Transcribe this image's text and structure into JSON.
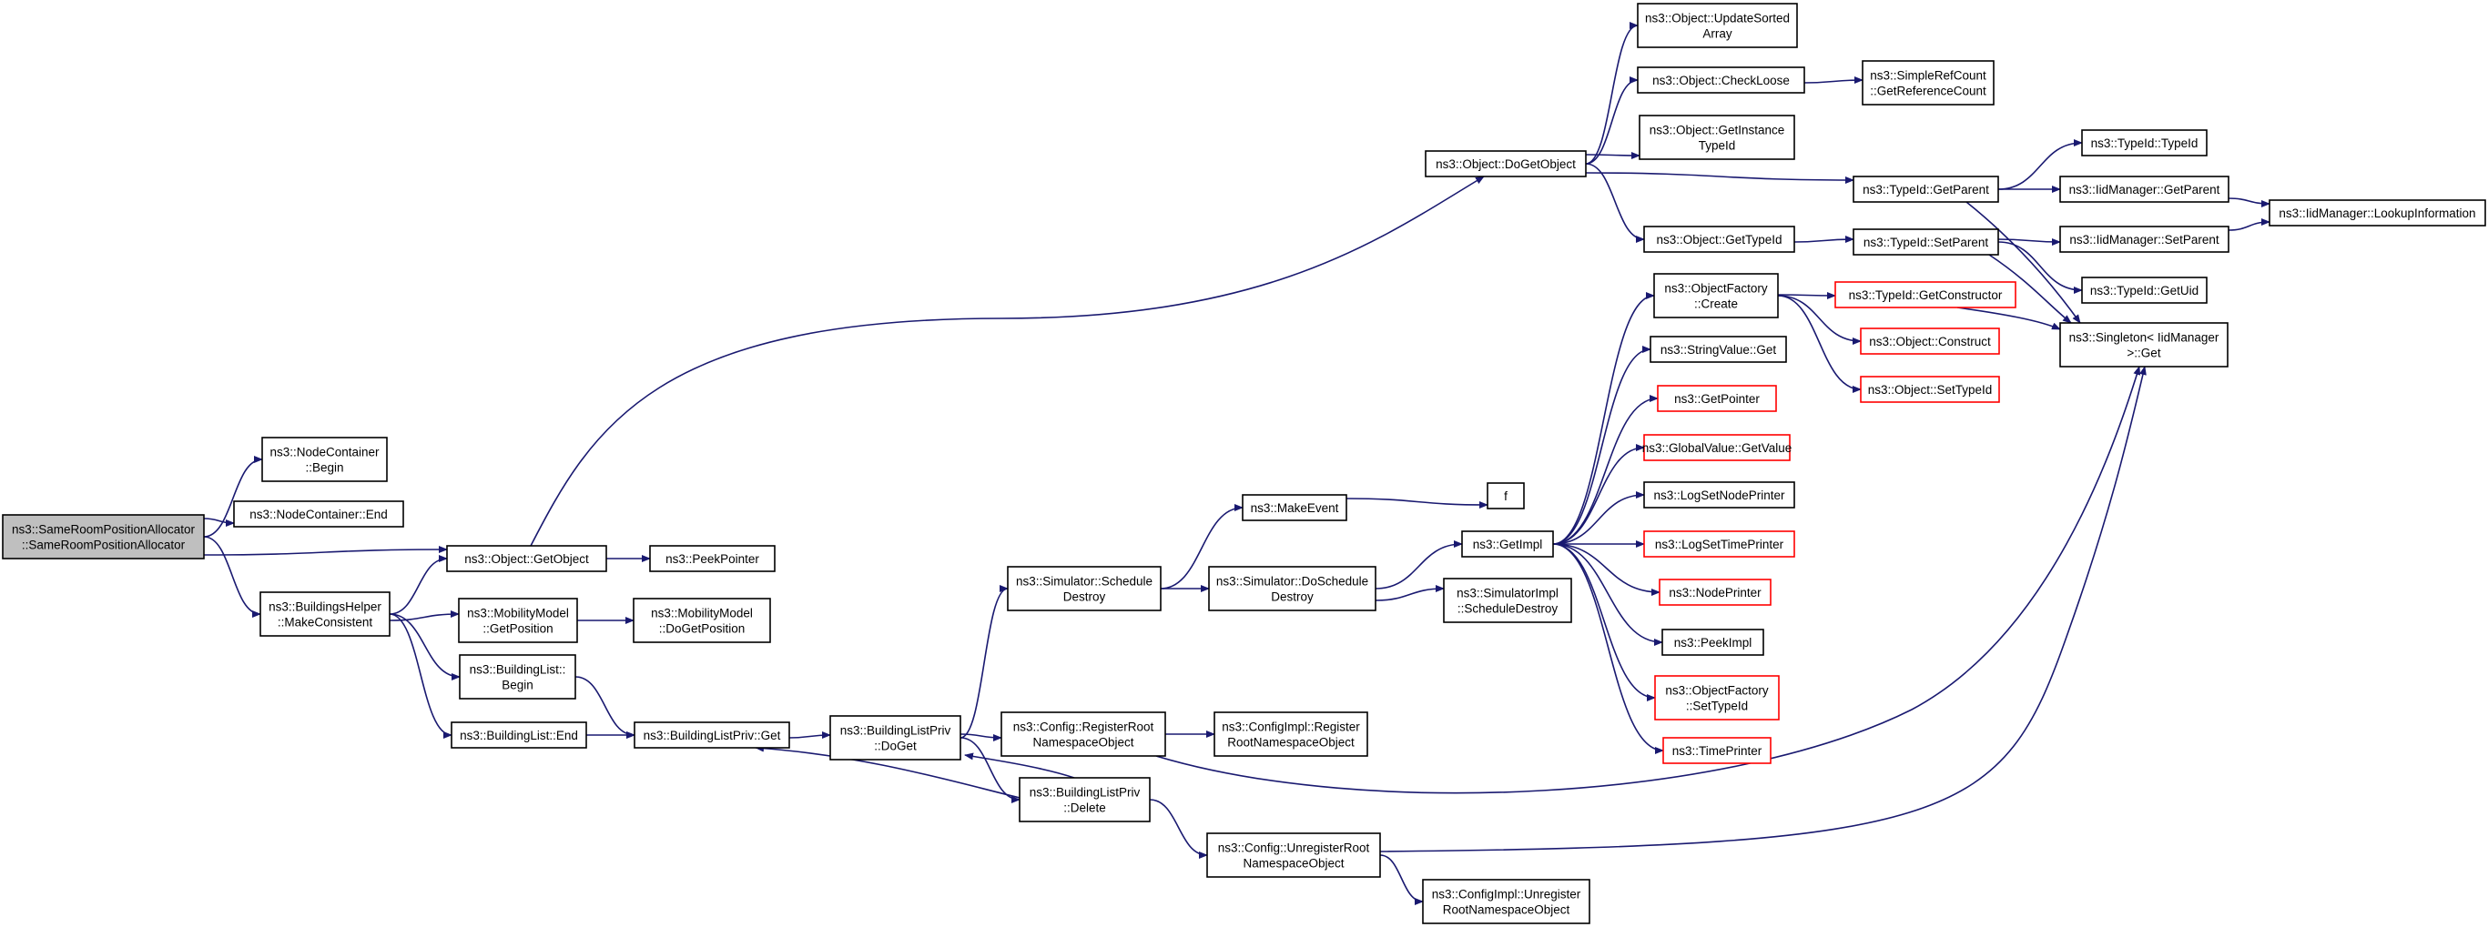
{
  "colors": {
    "edge": "#191970",
    "node_border": "#000000",
    "node_fill": "#ffffff",
    "root_fill": "#bfbfbf",
    "truncated_border": "#ff0000"
  },
  "nodes": [
    {
      "id": "root",
      "lines": [
        "ns3::SameRoomPositionAllocator",
        "::SameRoomPositionAllocator"
      ],
      "root": true
    },
    {
      "id": "nc_begin",
      "lines": [
        "ns3::NodeContainer",
        "::Begin"
      ]
    },
    {
      "id": "nc_end",
      "lines": [
        "ns3::NodeContainer::End"
      ]
    },
    {
      "id": "obj_getobject",
      "lines": [
        "ns3::Object::GetObject"
      ]
    },
    {
      "id": "bh_makeconsistent",
      "lines": [
        "ns3::BuildingsHelper",
        "::MakeConsistent"
      ]
    },
    {
      "id": "peekpointer",
      "lines": [
        "ns3::PeekPointer"
      ]
    },
    {
      "id": "mm_getposition",
      "lines": [
        "ns3::MobilityModel",
        "::GetPosition"
      ]
    },
    {
      "id": "mm_dogetposition",
      "lines": [
        "ns3::MobilityModel",
        "::DoGetPosition"
      ]
    },
    {
      "id": "bl_begin",
      "lines": [
        "ns3::BuildingList::",
        "Begin"
      ]
    },
    {
      "id": "bl_end",
      "lines": [
        "ns3::BuildingList::End"
      ]
    },
    {
      "id": "blp_get",
      "lines": [
        "ns3::BuildingListPriv::Get"
      ]
    },
    {
      "id": "blp_doget",
      "lines": [
        "ns3::BuildingListPriv",
        "::DoGet"
      ]
    },
    {
      "id": "blp_delete",
      "lines": [
        "ns3::BuildingListPriv",
        "::Delete"
      ]
    },
    {
      "id": "sim_scheduledestroy",
      "lines": [
        "ns3::Simulator::Schedule",
        "Destroy"
      ]
    },
    {
      "id": "cfg_registerroot",
      "lines": [
        "ns3::Config::RegisterRoot",
        "NamespaceObject"
      ]
    },
    {
      "id": "cfgimpl_registerroot",
      "lines": [
        "ns3::ConfigImpl::Register",
        "RootNamespaceObject"
      ]
    },
    {
      "id": "cfg_unregisterroot",
      "lines": [
        "ns3::Config::UnregisterRoot",
        "NamespaceObject"
      ]
    },
    {
      "id": "cfgimpl_unregister",
      "lines": [
        "ns3::ConfigImpl::Unregister",
        "RootNamespaceObject"
      ]
    },
    {
      "id": "makeevent",
      "lines": [
        "ns3::MakeEvent"
      ]
    },
    {
      "id": "f",
      "lines": [
        "f"
      ]
    },
    {
      "id": "sim_doscheduledestroy",
      "lines": [
        "ns3::Simulator::DoSchedule",
        "Destroy"
      ]
    },
    {
      "id": "getimpl",
      "lines": [
        "ns3::GetImpl"
      ]
    },
    {
      "id": "simimpl_scheduledestroy",
      "lines": [
        "ns3::SimulatorImpl",
        "::ScheduleDestroy"
      ]
    },
    {
      "id": "obj_dogetobject",
      "lines": [
        "ns3::Object::DoGetObject"
      ]
    },
    {
      "id": "obj_updatesorted",
      "lines": [
        "ns3::Object::UpdateSorted",
        "Array"
      ]
    },
    {
      "id": "obj_checkloose",
      "lines": [
        "ns3::Object::CheckLoose"
      ]
    },
    {
      "id": "src_getrefcount",
      "lines": [
        "ns3::SimpleRefCount",
        "::GetReferenceCount"
      ]
    },
    {
      "id": "obj_getinstance",
      "lines": [
        "ns3::Object::GetInstance",
        "TypeId"
      ]
    },
    {
      "id": "obj_gettypeid",
      "lines": [
        "ns3::Object::GetTypeId"
      ]
    },
    {
      "id": "tid_getparent",
      "lines": [
        "ns3::TypeId::GetParent"
      ]
    },
    {
      "id": "tid_typeid",
      "lines": [
        "ns3::TypeId::TypeId"
      ]
    },
    {
      "id": "iid_getparent",
      "lines": [
        "ns3::IidManager::GetParent"
      ]
    },
    {
      "id": "iid_lookup",
      "lines": [
        "ns3::IidManager::LookupInformation"
      ]
    },
    {
      "id": "tid_setparent",
      "lines": [
        "ns3::TypeId::SetParent"
      ]
    },
    {
      "id": "iid_setparent",
      "lines": [
        "ns3::IidManager::SetParent"
      ]
    },
    {
      "id": "tid_getuid",
      "lines": [
        "ns3::TypeId::GetUid"
      ]
    },
    {
      "id": "singleton_get",
      "lines": [
        "ns3::Singleton< IidManager",
        " >::Get"
      ]
    },
    {
      "id": "of_create",
      "lines": [
        "ns3::ObjectFactory",
        "::Create"
      ]
    },
    {
      "id": "tid_getconstructor",
      "lines": [
        "ns3::TypeId::GetConstructor"
      ],
      "truncated": true
    },
    {
      "id": "obj_construct",
      "lines": [
        "ns3::Object::Construct"
      ],
      "truncated": true
    },
    {
      "id": "obj_settypeid",
      "lines": [
        "ns3::Object::SetTypeId"
      ],
      "truncated": true
    },
    {
      "id": "stringvalue_get",
      "lines": [
        "ns3::StringValue::Get"
      ]
    },
    {
      "id": "getpointer",
      "lines": [
        "ns3::GetPointer"
      ],
      "truncated": true
    },
    {
      "id": "globalvalue_getvalue",
      "lines": [
        "ns3::GlobalValue::GetValue"
      ],
      "truncated": true
    },
    {
      "id": "logsetnodeprinter",
      "lines": [
        "ns3::LogSetNodePrinter"
      ]
    },
    {
      "id": "logsettimeprinter",
      "lines": [
        "ns3::LogSetTimePrinter"
      ],
      "truncated": true
    },
    {
      "id": "nodeprinter",
      "lines": [
        "ns3::NodePrinter"
      ],
      "truncated": true
    },
    {
      "id": "peekimpl",
      "lines": [
        "ns3::PeekImpl"
      ]
    },
    {
      "id": "of_settypeid",
      "lines": [
        "ns3::ObjectFactory",
        "::SetTypeId"
      ],
      "truncated": true
    },
    {
      "id": "timeprinter",
      "lines": [
        "ns3::TimePrinter"
      ],
      "truncated": true
    }
  ],
  "edges": [
    [
      "root",
      "nc_begin"
    ],
    [
      "root",
      "nc_end"
    ],
    [
      "root",
      "obj_getobject"
    ],
    [
      "root",
      "bh_makeconsistent"
    ],
    [
      "obj_getobject",
      "obj_dogetobject"
    ],
    [
      "obj_getobject",
      "peekpointer"
    ],
    [
      "bh_makeconsistent",
      "obj_getobject"
    ],
    [
      "bh_makeconsistent",
      "mm_getposition"
    ],
    [
      "bh_makeconsistent",
      "bl_begin"
    ],
    [
      "bh_makeconsistent",
      "bl_end"
    ],
    [
      "mm_getposition",
      "mm_dogetposition"
    ],
    [
      "bl_begin",
      "blp_get"
    ],
    [
      "bl_end",
      "blp_get"
    ],
    [
      "blp_get",
      "blp_doget"
    ],
    [
      "blp_doget",
      "sim_scheduledestroy"
    ],
    [
      "blp_doget",
      "cfg_registerroot"
    ],
    [
      "blp_doget",
      "blp_delete"
    ],
    [
      "blp_delete",
      "blp_doget"
    ],
    [
      "blp_delete",
      "blp_get"
    ],
    [
      "blp_delete",
      "cfg_unregisterroot"
    ],
    [
      "cfg_registerroot",
      "cfgimpl_registerroot"
    ],
    [
      "cfg_registerroot",
      "singleton_get"
    ],
    [
      "cfg_unregisterroot",
      "cfgimpl_unregister"
    ],
    [
      "cfg_unregisterroot",
      "singleton_get"
    ],
    [
      "sim_scheduledestroy",
      "makeevent"
    ],
    [
      "sim_scheduledestroy",
      "sim_doscheduledestroy"
    ],
    [
      "makeevent",
      "f"
    ],
    [
      "sim_doscheduledestroy",
      "getimpl"
    ],
    [
      "sim_doscheduledestroy",
      "simimpl_scheduledestroy"
    ],
    [
      "getimpl",
      "of_create"
    ],
    [
      "getimpl",
      "stringvalue_get"
    ],
    [
      "getimpl",
      "getpointer"
    ],
    [
      "getimpl",
      "globalvalue_getvalue"
    ],
    [
      "getimpl",
      "logsetnodeprinter"
    ],
    [
      "getimpl",
      "logsettimeprinter"
    ],
    [
      "getimpl",
      "nodeprinter"
    ],
    [
      "getimpl",
      "peekimpl"
    ],
    [
      "getimpl",
      "of_settypeid"
    ],
    [
      "getimpl",
      "timeprinter"
    ],
    [
      "of_create",
      "tid_getconstructor"
    ],
    [
      "of_create",
      "obj_construct"
    ],
    [
      "of_create",
      "obj_settypeid"
    ],
    [
      "tid_getconstructor",
      "singleton_get"
    ],
    [
      "obj_dogetobject",
      "obj_updatesorted"
    ],
    [
      "obj_dogetobject",
      "obj_checkloose"
    ],
    [
      "obj_dogetobject",
      "obj_getinstance"
    ],
    [
      "obj_dogetobject",
      "tid_getparent"
    ],
    [
      "obj_dogetobject",
      "obj_gettypeid"
    ],
    [
      "obj_checkloose",
      "src_getrefcount"
    ],
    [
      "obj_gettypeid",
      "tid_setparent"
    ],
    [
      "tid_getparent",
      "tid_typeid"
    ],
    [
      "tid_getparent",
      "iid_getparent"
    ],
    [
      "tid_getparent",
      "singleton_get"
    ],
    [
      "iid_getparent",
      "iid_lookup"
    ],
    [
      "tid_setparent",
      "iid_setparent"
    ],
    [
      "tid_setparent",
      "tid_getuid"
    ],
    [
      "tid_setparent",
      "singleton_get"
    ],
    [
      "iid_setparent",
      "iid_lookup"
    ]
  ]
}
